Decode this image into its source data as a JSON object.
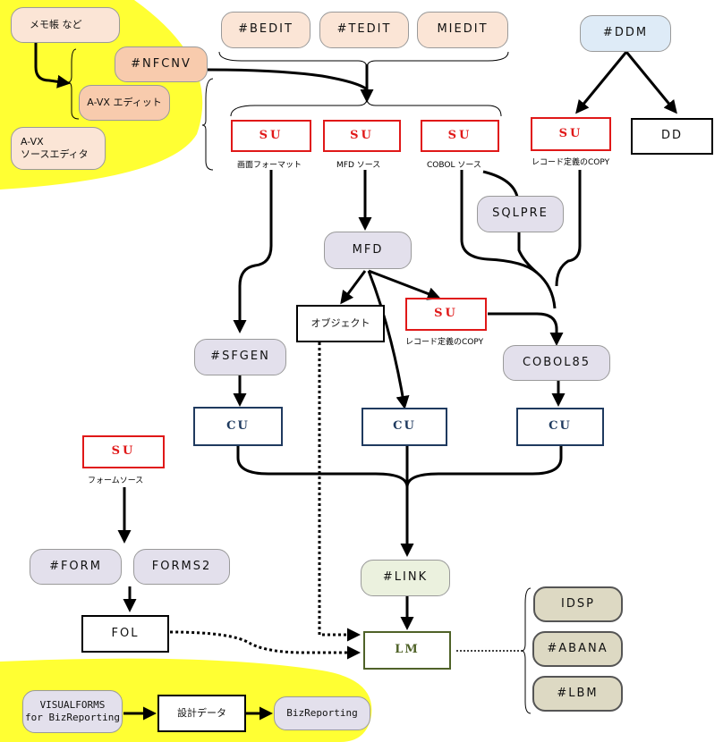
{
  "nodes": {
    "memo": "メモ帳 など",
    "nfcnv": "#NFCNV",
    "avx_edit": "A-VX エディット",
    "avx_source_1": "A-VX",
    "avx_source_2": "ソースエディタ",
    "bedit": "#BEDIT",
    "tedit": "#TEDIT",
    "miedit": "MIEDIT",
    "ddm": "#DDM",
    "su": "SU",
    "dd": "DD",
    "sqlpre": "SQLPRE",
    "mfd": "MFD",
    "object": "オブジェクト",
    "sfgen": "#SFGEN",
    "cobol85": "COBOL85",
    "cu": "CU",
    "form": "#FORM",
    "forms2": "FORMS2",
    "fol": "FOL",
    "link": "#LINK",
    "lm": "LM",
    "idsp": "IDSP",
    "abana": "#ABANA",
    "lbm": "#LBM",
    "visualforms_1": "VISUALFORMS",
    "visualforms_2": "for BizReporting",
    "design_data": "設計データ",
    "bizreporting": "BizReporting"
  },
  "labels": {
    "screen_format": "画面フォーマット",
    "mfd_source": "MFD ソース",
    "cobol_source": "COBOL ソース",
    "record_copy": "レコード定義のCOPY",
    "form_source": "フォームソース"
  },
  "colors": {
    "su_border": "#e01818",
    "cu_border": "#1f3a5f",
    "lm_border": "#4f6228",
    "highlight": "#ffff33"
  }
}
